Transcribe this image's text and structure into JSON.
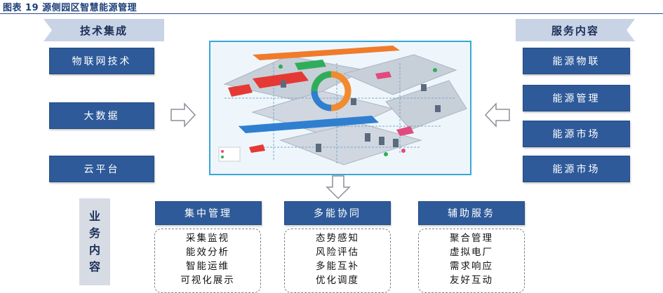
{
  "title": "图表 19 源侧园区智慧能源管理",
  "left_banner": "技术集成",
  "right_banner": "服务内容",
  "left_boxes": [
    "物联网技术",
    "大数据",
    "云平台"
  ],
  "right_boxes": [
    "能源物联",
    "能源管理",
    "能源市场",
    "能源市场"
  ],
  "side_label": [
    "业",
    "务",
    "内",
    "容"
  ],
  "bottom_sections": [
    {
      "header": "集中管理",
      "items": [
        "采集监视",
        "能效分析",
        "智能运维",
        "可视化展示"
      ]
    },
    {
      "header": "多能协同",
      "items": [
        "态势感知",
        "风险评估",
        "多能互补",
        "优化调度"
      ]
    },
    {
      "header": "辅助服务",
      "items": [
        "聚合管理",
        "虚拟电厂",
        "需求响应",
        "友好互动"
      ]
    }
  ],
  "colors": {
    "box_blue": "#2e5a9a",
    "banner": "#c9d3e6",
    "frame": "#39a7d6"
  }
}
